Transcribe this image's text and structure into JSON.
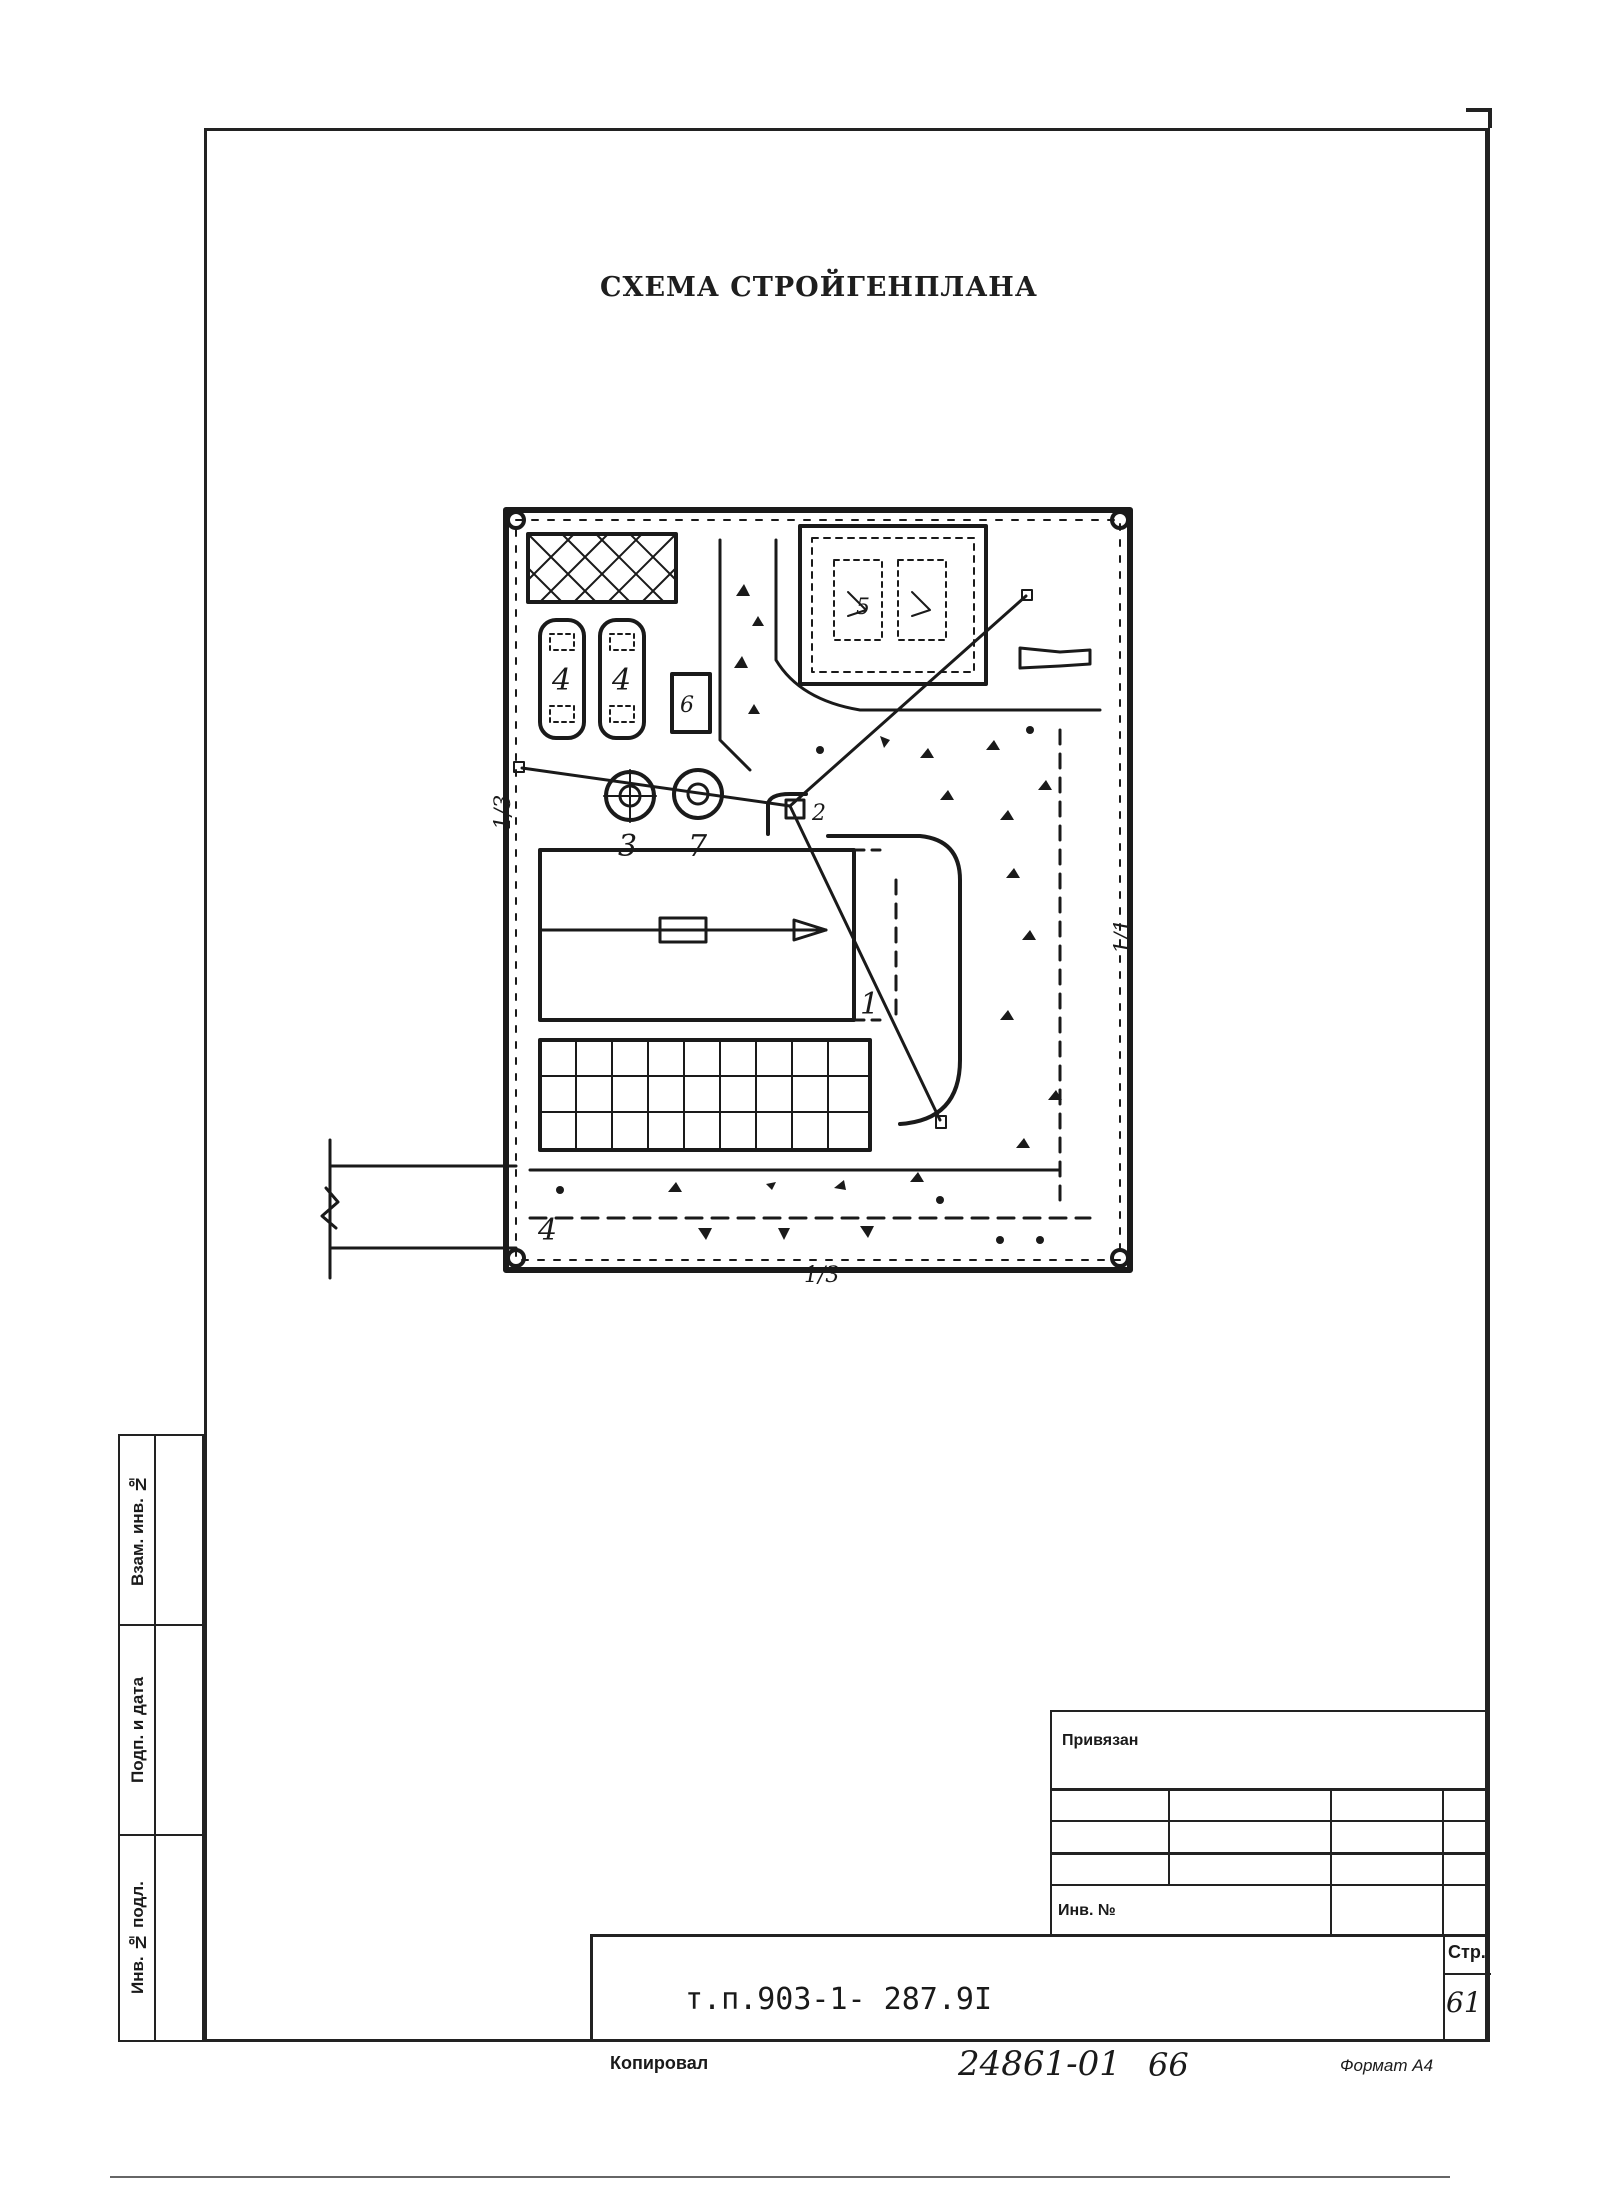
{
  "title": "СХЕМА СТРОЙГЕНПЛАНА",
  "plan": {
    "labels": {
      "crane_1": "1",
      "hoist_2": "2",
      "pos_3": "3",
      "pos_4a": "4",
      "pos_4b": "4",
      "pos_4c": "4",
      "pos_5": "5",
      "pos_6": "6",
      "pos_7": "7",
      "dim_left": "1/3",
      "dim_right": "1/1",
      "dim_bottom": "1/3"
    }
  },
  "side_stamp": {
    "cell_1": "Взам. инв. №",
    "cell_2": "Подп. и дата",
    "cell_3": "Инв. № подл."
  },
  "title_block": {
    "stamp_title": "Привязан",
    "inv_label": "Инв. №",
    "page_label": "Стр.",
    "page_number": "61",
    "doc_code": "т.п.903-1- 287.9I"
  },
  "footer": {
    "copied": "Копировал",
    "order_number": "24861-01",
    "sheet": "66",
    "format": "Формат А4"
  }
}
